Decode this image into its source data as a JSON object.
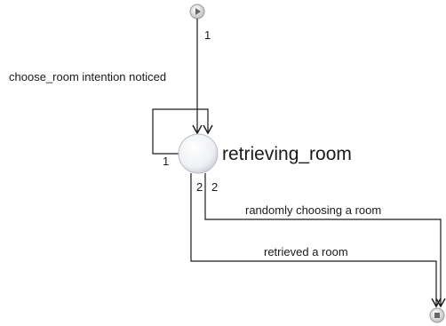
{
  "state": {
    "name": "retrieving_room"
  },
  "transitions": {
    "incoming": {
      "label": "choose_room intention noticed",
      "priority": "1"
    },
    "self_loop": {
      "priority": "1"
    },
    "to_end_a": {
      "label": "randomly choosing a room",
      "priority": "2"
    },
    "to_end_b": {
      "label": "retrieved a room",
      "priority": "2"
    }
  },
  "colors": {
    "line": "#1a1a1a",
    "state_fill": "#eef0f4",
    "terminal_fill": "#d6d6d6"
  }
}
